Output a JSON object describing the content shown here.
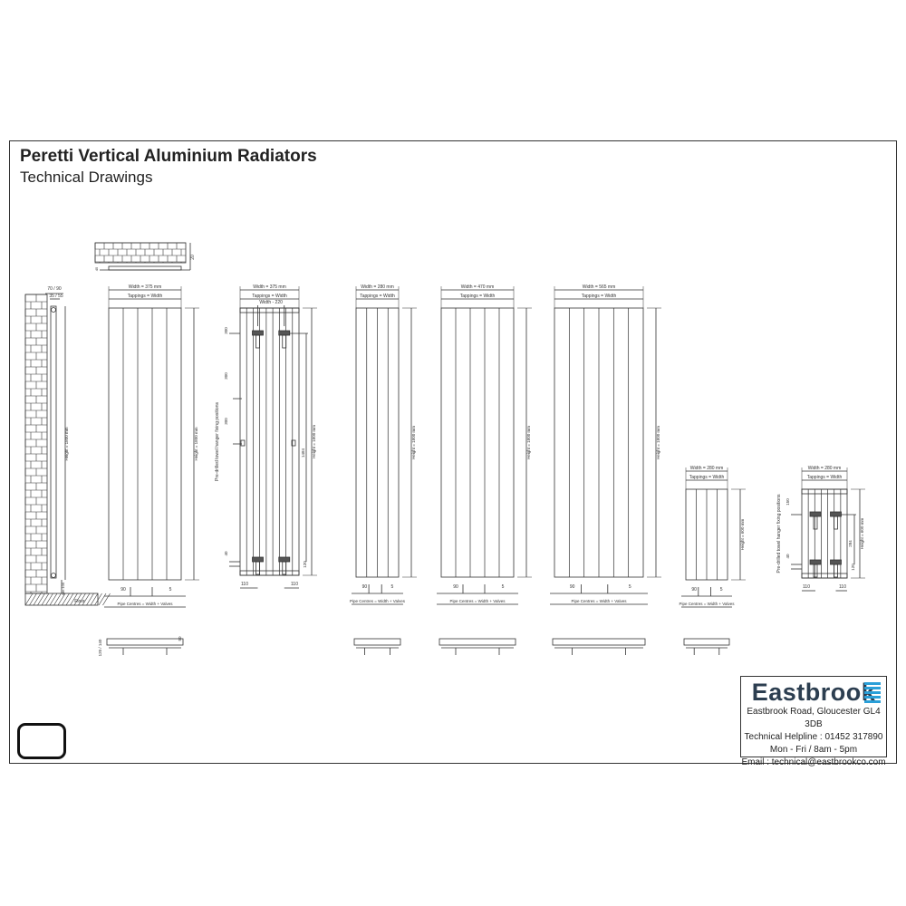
{
  "header": {
    "title": "Peretti Vertical Aluminium Radiators",
    "subtitle": "Technical Drawings"
  },
  "labels": {
    "wall_offset": "70 / 90",
    "pipe_offset": "35 / 55",
    "floor": "Floor",
    "min_floor": "min 100",
    "top_depth": "20",
    "top_gap": "45",
    "bottom_depth": "120 / 140",
    "bottom_height": "50",
    "tappings": "Tappings = Width",
    "pipe_centres": "Pipe Centres = Width + Valves",
    "dim_90": "90",
    "dim_5": "5",
    "towel_note": "Pre-drilled towel hanger fixing positions",
    "dim_110": "110",
    "dim_40": "40",
    "dim_120": "120",
    "dim_300": "300",
    "dim_150": "150",
    "dim_1484": "1484",
    "dim_284": "284",
    "width_220": "Width - 220"
  },
  "radiators": [
    {
      "width": "Width = 375 mm",
      "height": "Height = 1800 mm"
    },
    {
      "width": "Width = 375 mm",
      "height": "Height = 1800 mm"
    },
    {
      "width": "Width = 280 mm",
      "height": "Height = 1800 mm"
    },
    {
      "width": "Width = 470 mm",
      "height": "Height = 1800 mm"
    },
    {
      "width": "Width = 565 mm",
      "height": "Height = 1800 mm"
    },
    {
      "width": "Width = 280 mm",
      "height": "Height = 600 mm"
    },
    {
      "width": "Width = 280 mm",
      "height": "Height = 600 mm"
    }
  ],
  "side_height": "Height = 1800 mm",
  "footer": {
    "brand": "Eastbrook",
    "address": "Eastbrook Road, Gloucester GL4 3DB",
    "helpline": "Technical Helpline : 01452 317890",
    "hours": "Mon - Fri / 8am - 5pm",
    "email": "Email : technical@eastbrookco.com",
    "brand_color": "#2c3e50",
    "accent_color": "#2a9fd8"
  }
}
